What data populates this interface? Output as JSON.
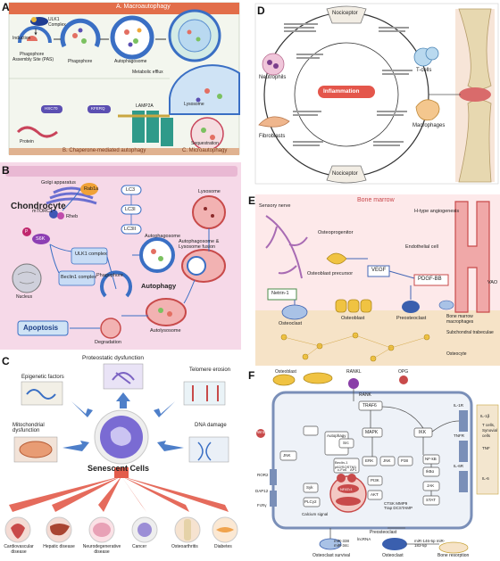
{
  "panelA": {
    "letter": "A",
    "header_macro": "A. Macroautophagy",
    "ulk1": "ULK1",
    "complex": "Complex",
    "induction": "Induction",
    "phagophore_pas": "Phagophore",
    "pas": "Assembly Site (PAS)",
    "phagophore": "Phagophore",
    "autophagosome": "Autophagosome",
    "metabolic_efflux": "Metabolic efflux",
    "lysosome": "Lysosome",
    "protein": "Protein",
    "lamp2a": "LAMP2A",
    "hsc70": "HSC70",
    "kferq": "KFERQ",
    "sequestration": "Sequestration",
    "footer_cma": "B. Chaperone-mediated autophagy",
    "footer_micro": "C. Microautophagy"
  },
  "panelB": {
    "letter": "B",
    "chondrocyte": "Chondrocyte",
    "golgi": "Golgi apparatus",
    "rab1a": "Rab1a",
    "mtorc1": "mTORC1",
    "rheb": "Rheb",
    "s6k": "S6K",
    "ulk1_complex": "ULK1 complex",
    "beclin1_complex": "Beclin1 complex",
    "phagophore": "Phagophore",
    "nucleus": "Nucleus",
    "lc3": "LC3",
    "lc3i": "LC3I",
    "lc3ii": "LC3II",
    "autophagosome": "Autophagosome",
    "lysosome": "Lysosome",
    "fusion": "Autophagosome & Lysosome fusion",
    "autophagy": "Autophagy",
    "autolysosome": "Autolysosome",
    "degradation": "Degradation",
    "apoptosis": "Apoptosis",
    "p_marker": "P"
  },
  "panelC": {
    "letter": "C",
    "proteostatic": "Proteostatic dysfunction",
    "epigenetic": "Epigenetic factors",
    "telomere": "Telomere erosion",
    "mito": "Mitochondrial dysfunction",
    "dna": "DNA damage",
    "senescent": "Senescent Cells",
    "diseases": [
      "Cardiovascular disease",
      "Hepatic disease",
      "Neurodegenerative disease",
      "Cancer",
      "Osteoarthritis",
      "Diabetes"
    ]
  },
  "panelD": {
    "letter": "D",
    "nociceptor": "Nociceptor",
    "neutrophils": "Neutrophils",
    "tcells": "T-cells",
    "macrophages": "Macrophages",
    "fibroblasts": "Fibroblasts",
    "inflammation": "Inflammation"
  },
  "panelE": {
    "letter": "E",
    "bone_marrow": "Bone marrow",
    "sensory_nerve": "Sensory nerve",
    "osteoprogenitor": "Osteoprogenitor",
    "h_type": "H-type angiogenesis",
    "endothelial": "Endothelial cell",
    "osteoblast_precursor": "Osteoblast precursor",
    "vegf": "VEGF",
    "pdgf": "PDGF-BB",
    "vao": "VAO",
    "netrin": "Netrin-1",
    "osteoclast": "Osteoclast",
    "osteoblast": "Osteoblast",
    "preosteoclast": "Preosteoclast",
    "bm_macrophages": "Bone marrow macrophages",
    "subchondral": "Subchondral trabeculae",
    "osteocyte": "Osteocyte"
  },
  "panelF": {
    "letter": "F",
    "osteoblast": "Osteoblast",
    "rankl": "RANKL",
    "opg": "OPG",
    "rank": "RANK",
    "traf6": "TRAF6",
    "mapk": "MAPK",
    "ikk": "IKK",
    "ror2": "ROR2",
    "dap12": "DAP12",
    "fcrg": "FcRγ",
    "wnt5a": "Wnt5a",
    "jnk": "JNK",
    "autophagy": "Autophagy",
    "beclin1": "Beclin-1 p62/SQSTM1",
    "src": "Src",
    "pi3k": "PI3K",
    "akt": "AKT",
    "erk": "ERK",
    "p38": "P38",
    "nfkb": "NF-kB",
    "ikba": "IkBα",
    "jak": "JAK",
    "stat": "STAT",
    "syk": "Syk",
    "plcg2": "PLCγ2",
    "calcium": "Calcium signal",
    "cfos": "c-Fos",
    "ap1": "AP1",
    "nfatc1": "NFATc1",
    "genes": "CTSK MMP9 Trap DCSTAMP",
    "il1r": "IL-1R",
    "tnfr": "TNFR",
    "il6r": "IL-6R",
    "il1": "IL-1β",
    "tnf": "TNF",
    "il6": "IL-6",
    "tcells": "T cells, Synovial cells",
    "preosteoclast": "Preosteoclast",
    "osteoclast_survival": "Osteoclast survival",
    "osteoclast": "Osteoclast",
    "bone_resorption": "Bone resorption",
    "mir_left": "miR-338 miR-34c",
    "mir_right": "miR-146-5p miR-183-5p",
    "lncrna": "lncRNA"
  },
  "colors": {
    "headerA": "#e26e4a",
    "footerA": "#e0b290",
    "panelBbg": "#f6d9e8",
    "inflammation": "#e4564b",
    "boneMarrow": "#f3cdd2",
    "cellBlue": "#3a5fae"
  }
}
